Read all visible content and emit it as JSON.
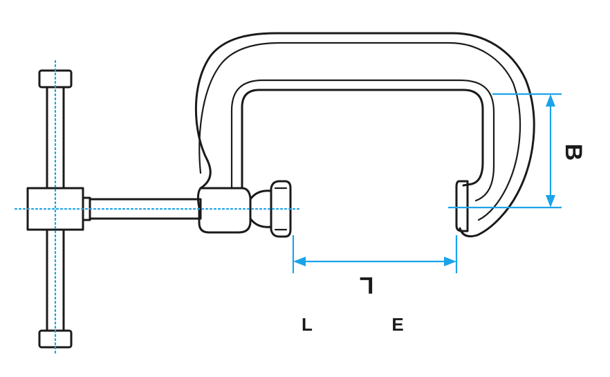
{
  "dimensions": {
    "opening_label": "L",
    "throat_label": "B"
  },
  "legend": {
    "items": [
      "L",
      "E"
    ]
  },
  "colors": {
    "outline": "#1a1a1a",
    "dimension": "#1aa3e8",
    "background": "#ffffff"
  }
}
